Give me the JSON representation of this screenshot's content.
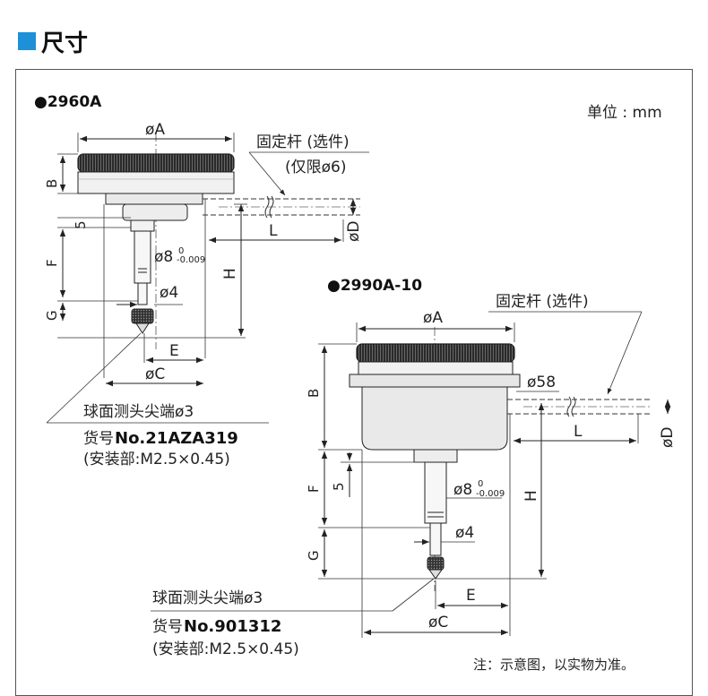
{
  "header": {
    "title": "尺寸"
  },
  "unit": "单位 : mm",
  "models": [
    {
      "name": "●2960A",
      "labels": {
        "oA": "øA",
        "oC": "øC",
        "oD": "øD",
        "E": "E",
        "F": "F",
        "G": "G",
        "B": "B",
        "L": "L",
        "H": "H",
        "five": "5",
        "o4": "ø4",
        "o8": "ø8",
        "o8_upper": "0",
        "o8_lower": "-0.009",
        "rod": "固定杆 (选件)",
        "rod_note": "(仅限ø6)"
      },
      "tip": "球面测头尖端ø3",
      "part_prefix": "货号",
      "part_no": "No.21AZA319",
      "mount": "(安装部:M2.5×0.45)"
    },
    {
      "name": "●2990A-10",
      "labels": {
        "oA": "øA",
        "oC": "øC",
        "oD": "øD",
        "E": "E",
        "F": "F",
        "G": "G",
        "B": "B",
        "L": "L",
        "H": "H",
        "five": "5",
        "o4": "ø4",
        "o58": "ø58",
        "o8": "ø8",
        "o8_upper": "0",
        "o8_lower": "-0.009",
        "rod": "固定杆 (选件)"
      },
      "tip": "球面测头尖端ø3",
      "part_prefix": "货号",
      "part_no": "No.901312",
      "mount": "(安装部:M2.5×0.45)"
    }
  ],
  "note": "注：示意图，以实物为准。",
  "colors": {
    "accent": "#1e90d8",
    "body_fill": "#e9e9e9",
    "bezel": "#2a2a2a"
  }
}
